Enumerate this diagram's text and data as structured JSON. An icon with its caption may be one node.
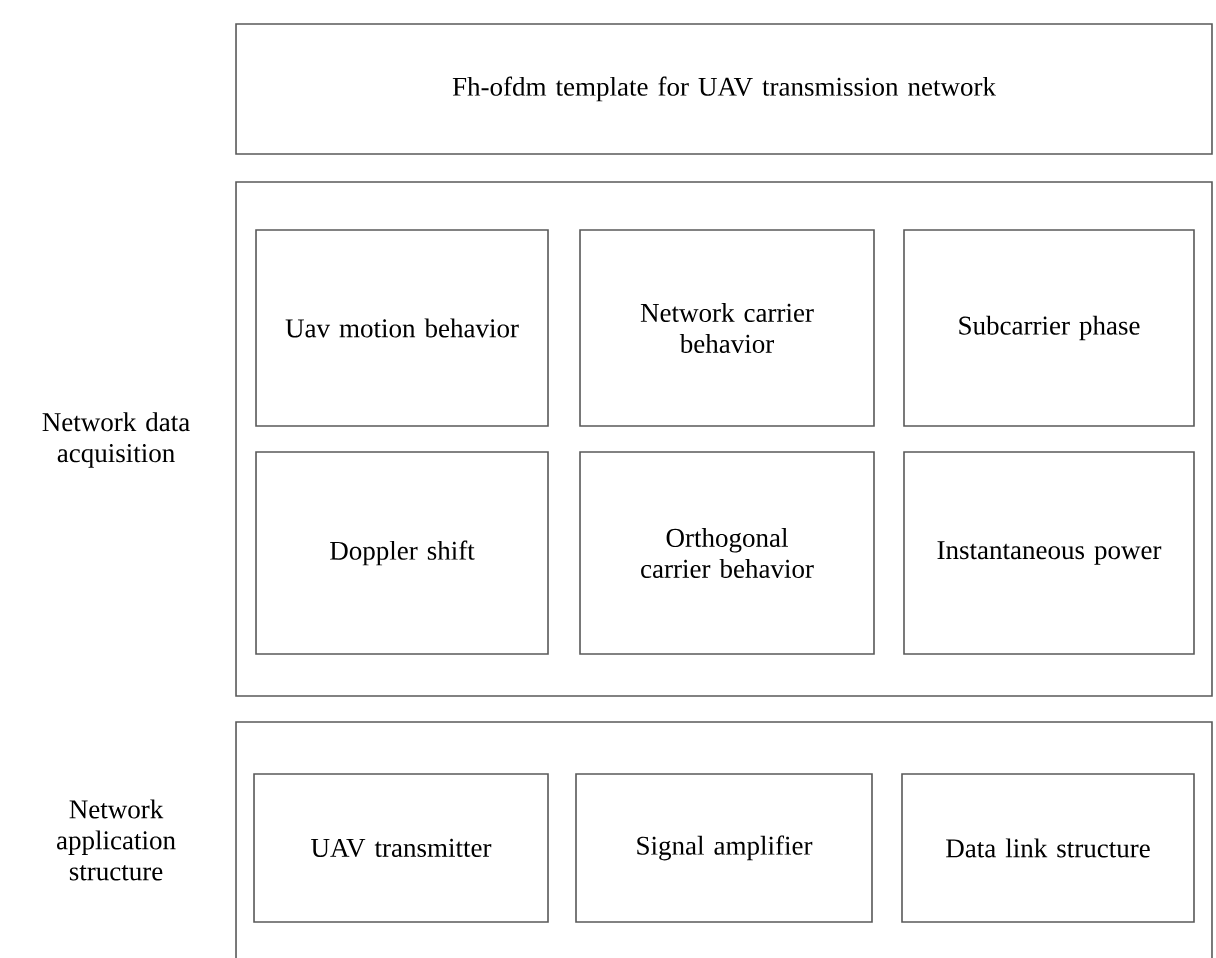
{
  "diagram": {
    "nodes": [
      {
        "text": [
          "Fh-ofdm template for UAV transmission network"
        ]
      },
      {
        "text": [
          "Network data acquisition"
        ]
      },
      {
        "text": [
          "Uav motion behavior"
        ],
        "in": 1
      },
      {
        "text": [
          "Network carrier behavior"
        ],
        "in": 1
      },
      {
        "text": [
          "Subcarrier phase"
        ],
        "in": 1
      },
      {
        "text": [
          "Doppler shift"
        ],
        "in": 1
      },
      {
        "text": [
          "Orthogonal carrier behavior"
        ],
        "in": 1
      },
      {
        "text": [
          "Instantaneous power"
        ],
        "in": 1
      },
      {
        "text": [
          "Network application structure"
        ]
      },
      {
        "text": [
          "UAV transmitter"
        ],
        "in": 8
      },
      {
        "text": [
          "Signal amplifier"
        ],
        "in": 8
      },
      {
        "text": [
          "Data link structure"
        ],
        "in": 8
      }
    ]
  }
}
